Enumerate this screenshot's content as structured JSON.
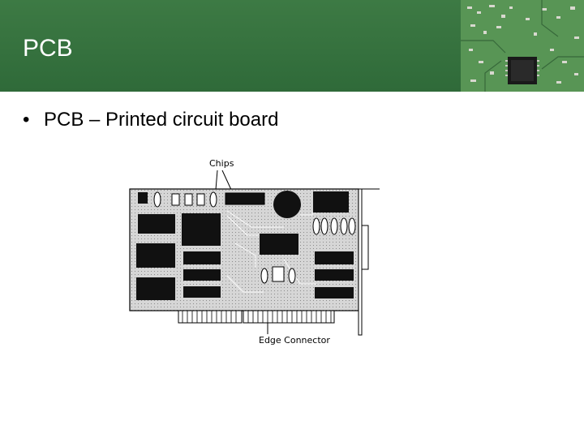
{
  "slide": {
    "title": "PCB",
    "bullets": [
      {
        "text": "PCB – Printed circuit board"
      }
    ]
  },
  "diagram": {
    "callouts": {
      "chips": "Chips",
      "edge_connector": "Edge Connector"
    }
  },
  "colors": {
    "header_green": "#3d7a44",
    "board_gray": "#c9c9c9",
    "chip_black": "#111111"
  }
}
